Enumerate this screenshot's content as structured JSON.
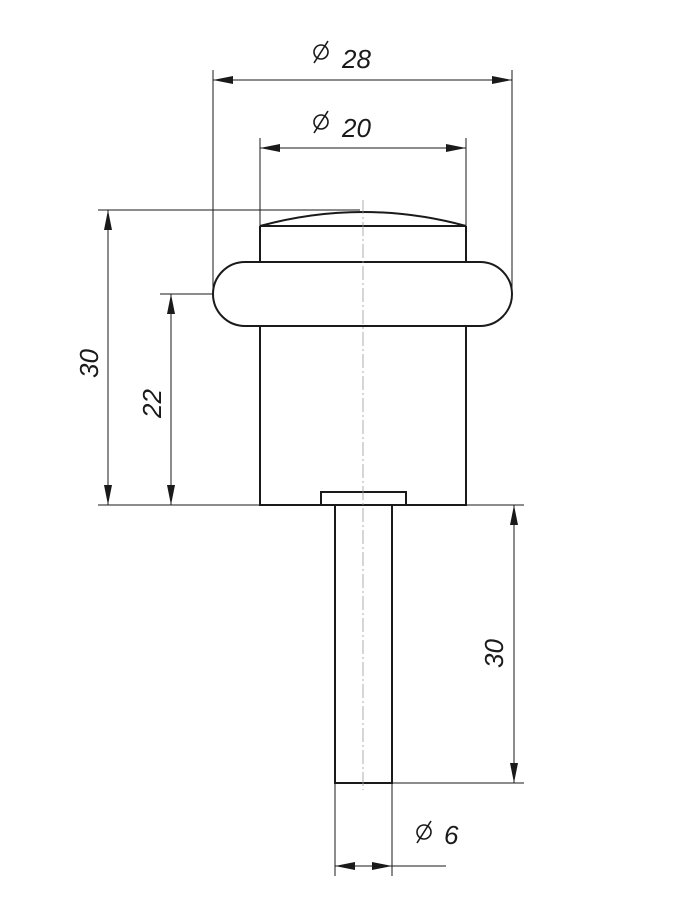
{
  "dimensions": {
    "outer_diameter": "28",
    "inner_diameter": "20",
    "total_height": "30",
    "ring_height": "22",
    "pin_length": "30",
    "pin_diameter": "6"
  },
  "colors": {
    "line": "#1a1a1a",
    "centerline": "#9a9a9a",
    "background": "#ffffff"
  },
  "icons": {
    "diameter_symbol": "diameter-icon"
  }
}
